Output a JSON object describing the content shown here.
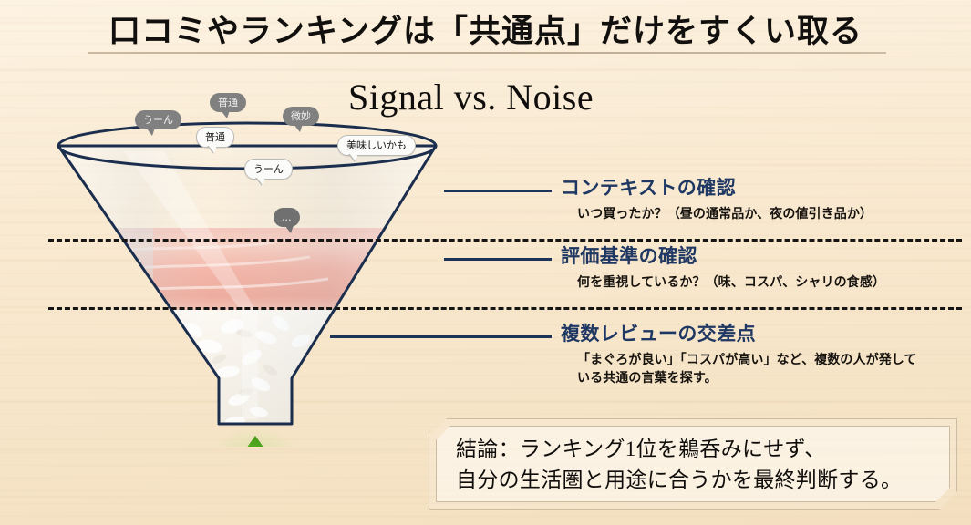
{
  "title": "口コミやランキングは「共通点」だけをすくい取る",
  "subtitle": "Signal vs. Noise",
  "colors": {
    "background": "#f8e9d0",
    "heading_navy": "#1f3763",
    "leader_line": "#1d3459",
    "dash_line": "#151515",
    "droplet_green": "#5ab72b",
    "bubble_gray": "#808080",
    "bubble_white": "#fbfbfa",
    "funnel_outline": "#1b2e4e",
    "title_rule": "#b7a68c",
    "box_border": "#cdbca2"
  },
  "funnel": {
    "name": "sushi-funnel-illustration",
    "photo_alt": "まぐろ握り寿司の写真",
    "droplet": "green-droplet",
    "bubbles": [
      {
        "text": "うーん",
        "style": "gray"
      },
      {
        "text": "普通",
        "style": "gray"
      },
      {
        "text": "微妙",
        "style": "gray"
      },
      {
        "text": "普通",
        "style": "white"
      },
      {
        "text": "美味しいかも",
        "style": "white"
      },
      {
        "text": "うーん",
        "style": "white"
      },
      {
        "text": "...",
        "style": "gray-dark"
      }
    ]
  },
  "sections": [
    {
      "heading": "コンテキストの確認",
      "body": "いつ買ったか？（昼の通常品か、夜の値引き品か）"
    },
    {
      "heading": "評価基準の確認",
      "body": "何を重視しているか？（味、コスパ、シャリの食感）"
    },
    {
      "heading": "複数レビューの交差点",
      "body": "「まぐろが良い」「コスパが高い」など、複数の人が発している共通の言葉を探す。"
    }
  ],
  "conclusion": {
    "line1": "結論：ランキング1位を鵜呑みにせず、",
    "line2": "自分の生活圏と用途に合うかを最終判断する。"
  }
}
